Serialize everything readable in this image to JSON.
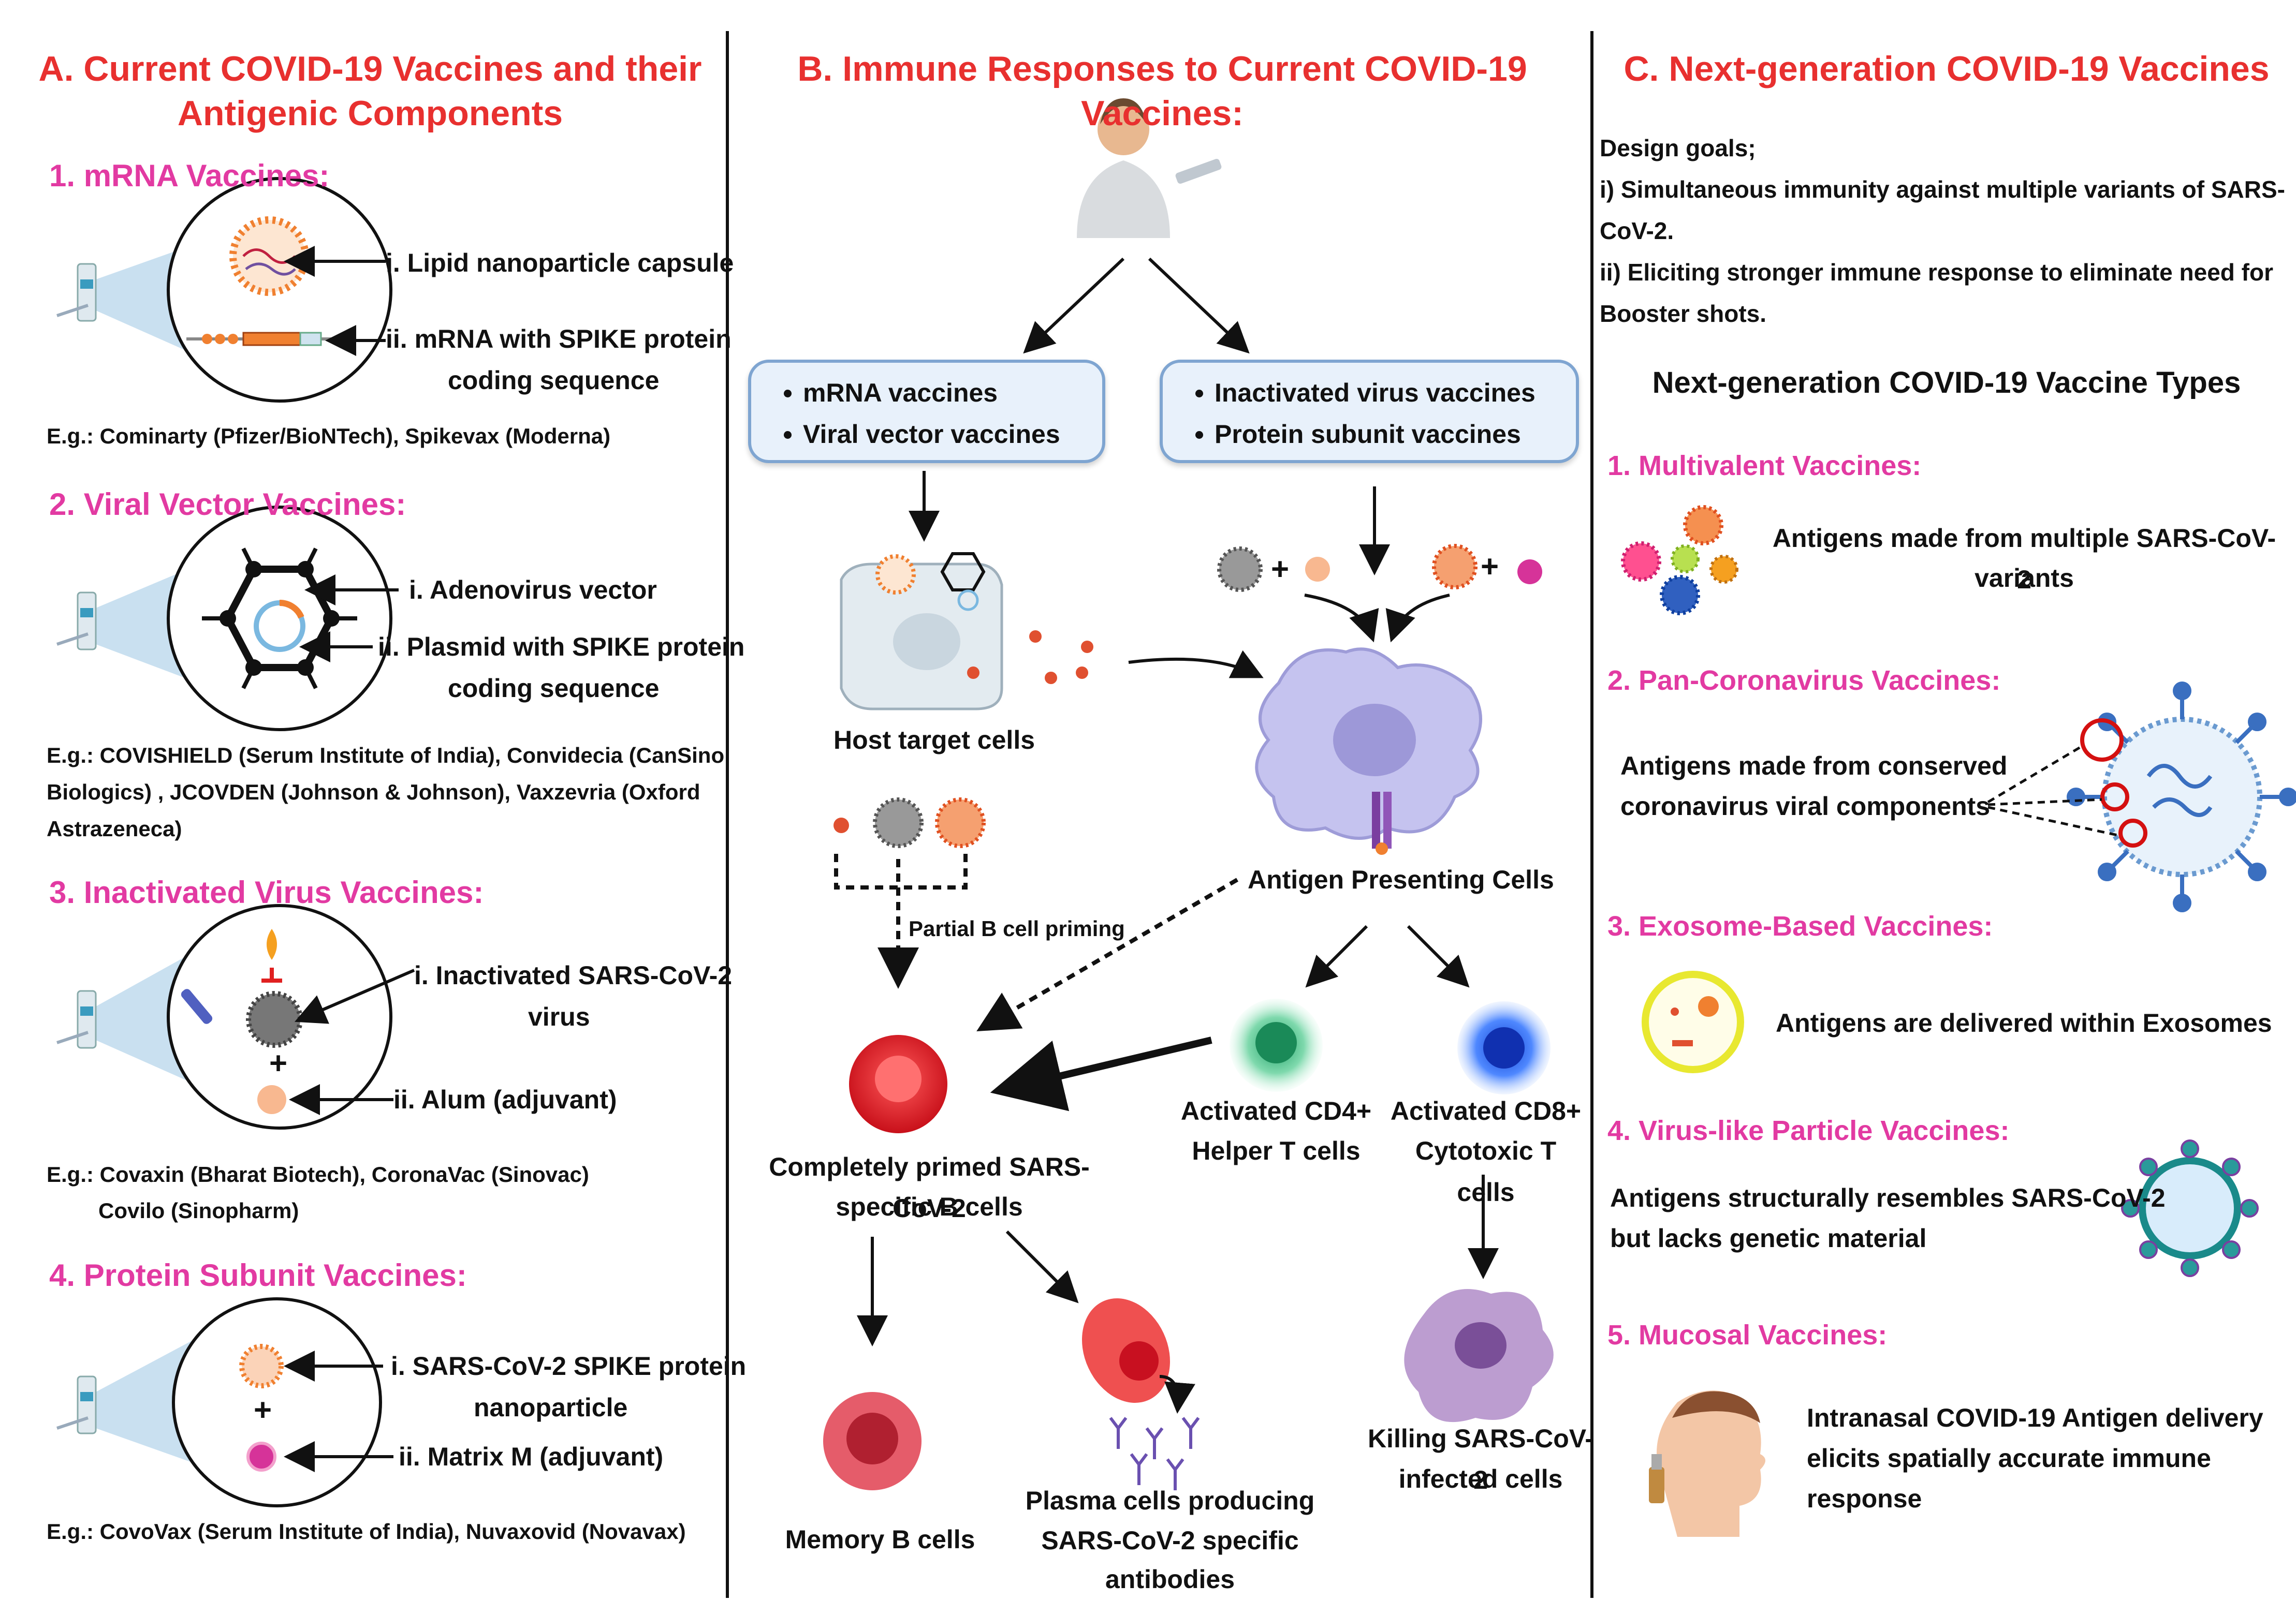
{
  "colA": {
    "title": "A. Current COVID-19 Vaccines and their Antigenic Components",
    "s1": {
      "heading": "1. mRNA Vaccines:",
      "label1": "i. Lipid nanoparticle capsule",
      "label2a": "ii. mRNA with SPIKE protein",
      "label2b": "coding sequence",
      "example": "E.g.: Cominarty (Pfizer/BioNTech), Spikevax (Moderna)"
    },
    "s2": {
      "heading": "2. Viral Vector Vaccines:",
      "label1": "i. Adenovirus vector",
      "label2a": "ii. Plasmid with SPIKE protein",
      "label2b": "coding sequence",
      "example1": "E.g.: COVISHIELD (Serum Institute of India), Convidecia (CanSino",
      "example2": "Biologics) , JCOVDEN (Johnson & Johnson), Vaxzevria (Oxford",
      "example3": "Astrazeneca)"
    },
    "s3": {
      "heading": "3. Inactivated Virus Vaccines:",
      "label1a": "i. Inactivated SARS-CoV-2",
      "label1b": "virus",
      "label2": "ii. Alum (adjuvant)",
      "example1": "E.g.: Covaxin (Bharat Biotech), CoronaVac (Sinovac)",
      "example2": "Covilo (Sinopharm)"
    },
    "s4": {
      "heading": "4. Protein Subunit Vaccines:",
      "label1a": "i. SARS-CoV-2 SPIKE protein",
      "label1b": "nanoparticle",
      "label2": "ii. Matrix M (adjuvant)",
      "example": "E.g.: CovoVax (Serum Institute of India), Nuvaxovid (Novavax)"
    }
  },
  "colB": {
    "title": "B. Immune Responses to Current COVID-19 Vaccines:",
    "box1": [
      "mRNA vaccines",
      "Viral vector vaccines"
    ],
    "box2": [
      "Inactivated virus vaccines",
      "Protein subunit vaccines"
    ],
    "host_cells": "Host target cells",
    "apc": "Antigen Presenting Cells",
    "partial": "Partial B cell priming",
    "bcell_a": "Completely primed SARS-CoV-2",
    "bcell_b": "specific B cells",
    "cd4_a": "Activated CD4+",
    "cd4_b": "Helper T cells",
    "cd8_a": "Activated CD8+",
    "cd8_b": "Cytotoxic T cells",
    "memory": "Memory B cells",
    "plasma_a": "Plasma cells producing",
    "plasma_b": "SARS-CoV-2 specific",
    "plasma_c": "antibodies",
    "kill_a": "Killing SARS-CoV-2",
    "kill_b": "infected cells"
  },
  "colC": {
    "title": "C. Next-generation COVID-19 Vaccines",
    "goals_head": "Design goals;",
    "goal1a": "i) Simultaneous immunity against multiple variants of SARS-",
    "goal1b": "CoV-2.",
    "goal2a": "ii) Eliciting stronger immune response to eliminate need for",
    "goal2b": "Booster shots.",
    "types_head": "Next-generation COVID-19 Vaccine Types",
    "t1": {
      "heading": "1. Multivalent Vaccines:",
      "text_a": "Antigens made from multiple SARS-CoV-2",
      "text_b": "variants"
    },
    "t2": {
      "heading": "2. Pan-Coronavirus Vaccines:",
      "text_a": "Antigens made from conserved",
      "text_b": "coronavirus viral components"
    },
    "t3": {
      "heading": "3. Exosome-Based Vaccines:",
      "text": "Antigens are delivered within Exosomes"
    },
    "t4": {
      "heading": "4. Virus-like Particle Vaccines:",
      "text_a": "Antigens structurally resembles SARS-CoV-2",
      "text_b": "but lacks genetic material"
    },
    "t5": {
      "heading": "5. Mucosal Vaccines:",
      "text_a": "Intranasal COVID-19 Antigen delivery",
      "text_b": "elicits spatially accurate immune",
      "text_c": "response"
    }
  }
}
